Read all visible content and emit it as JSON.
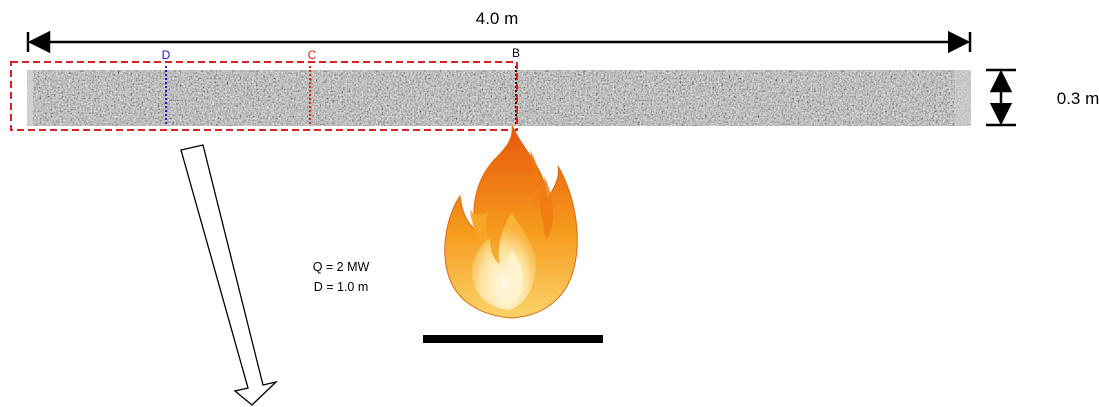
{
  "dimensions": {
    "length_label": "4.0 m",
    "height_label": "0.3 m"
  },
  "sections": [
    {
      "label": "D",
      "color": "#1a1adb"
    },
    {
      "label": "C",
      "color": "#e0201e"
    },
    {
      "label": "B",
      "color": "#000000"
    }
  ],
  "fire": {
    "q_label": "Q = 2 MW",
    "d_label": "D = 1.0 m"
  },
  "colors": {
    "highlight_box": "#e02020",
    "dimension_lines": "#000000",
    "beam_base": "#b9b9b9",
    "flame_outer": "#f07a10",
    "flame_mid": "#f9a520",
    "flame_inner": "#fde3a0",
    "burner": "#000000"
  },
  "icons": {
    "pointer_arrow": "hollow-arrow-icon",
    "fire": "fire-icon"
  }
}
